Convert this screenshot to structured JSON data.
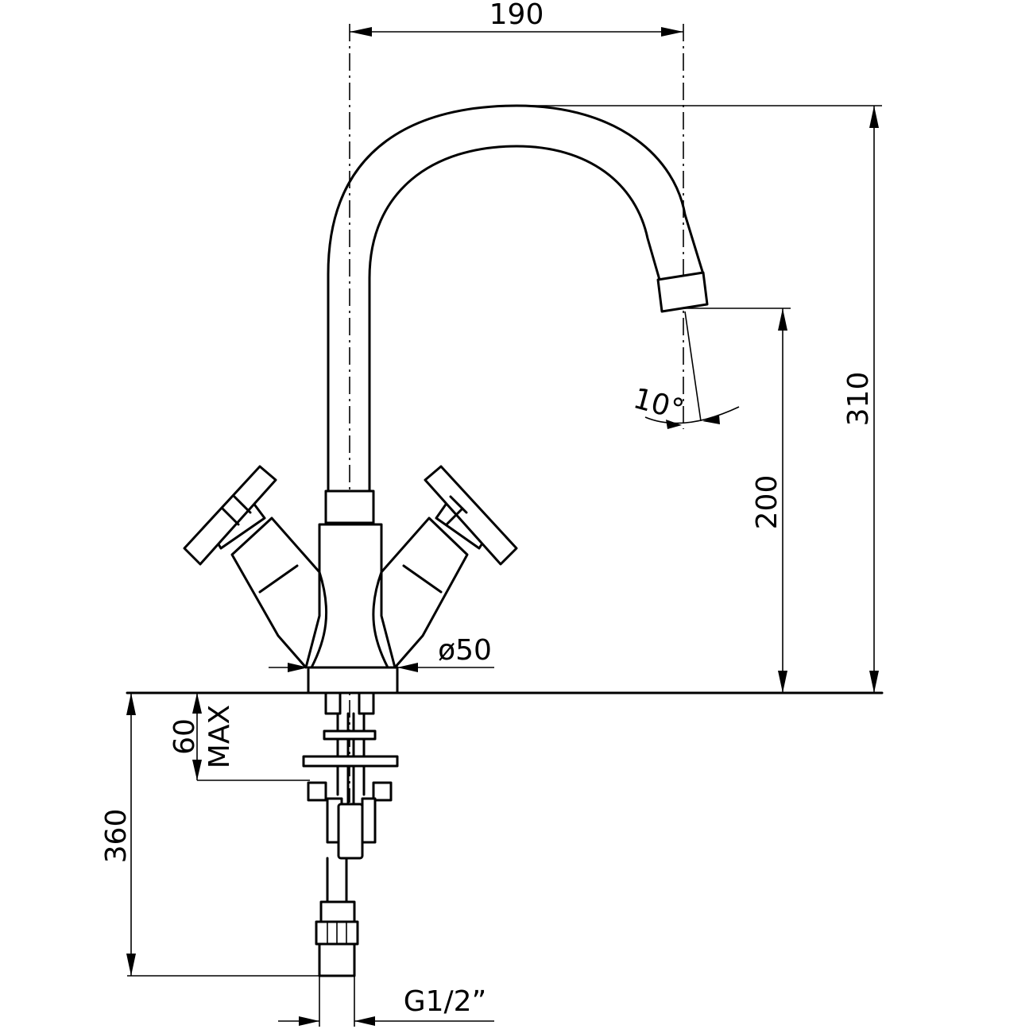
{
  "dimensions": {
    "spout_reach": "190",
    "total_height": "310",
    "spout_height": "200",
    "spout_angle": "10°",
    "base_diameter": "ø50",
    "max_deck_thickness": "60",
    "max_label": "MAX",
    "below_deck_length": "360",
    "thread_size": "G1/2”"
  }
}
